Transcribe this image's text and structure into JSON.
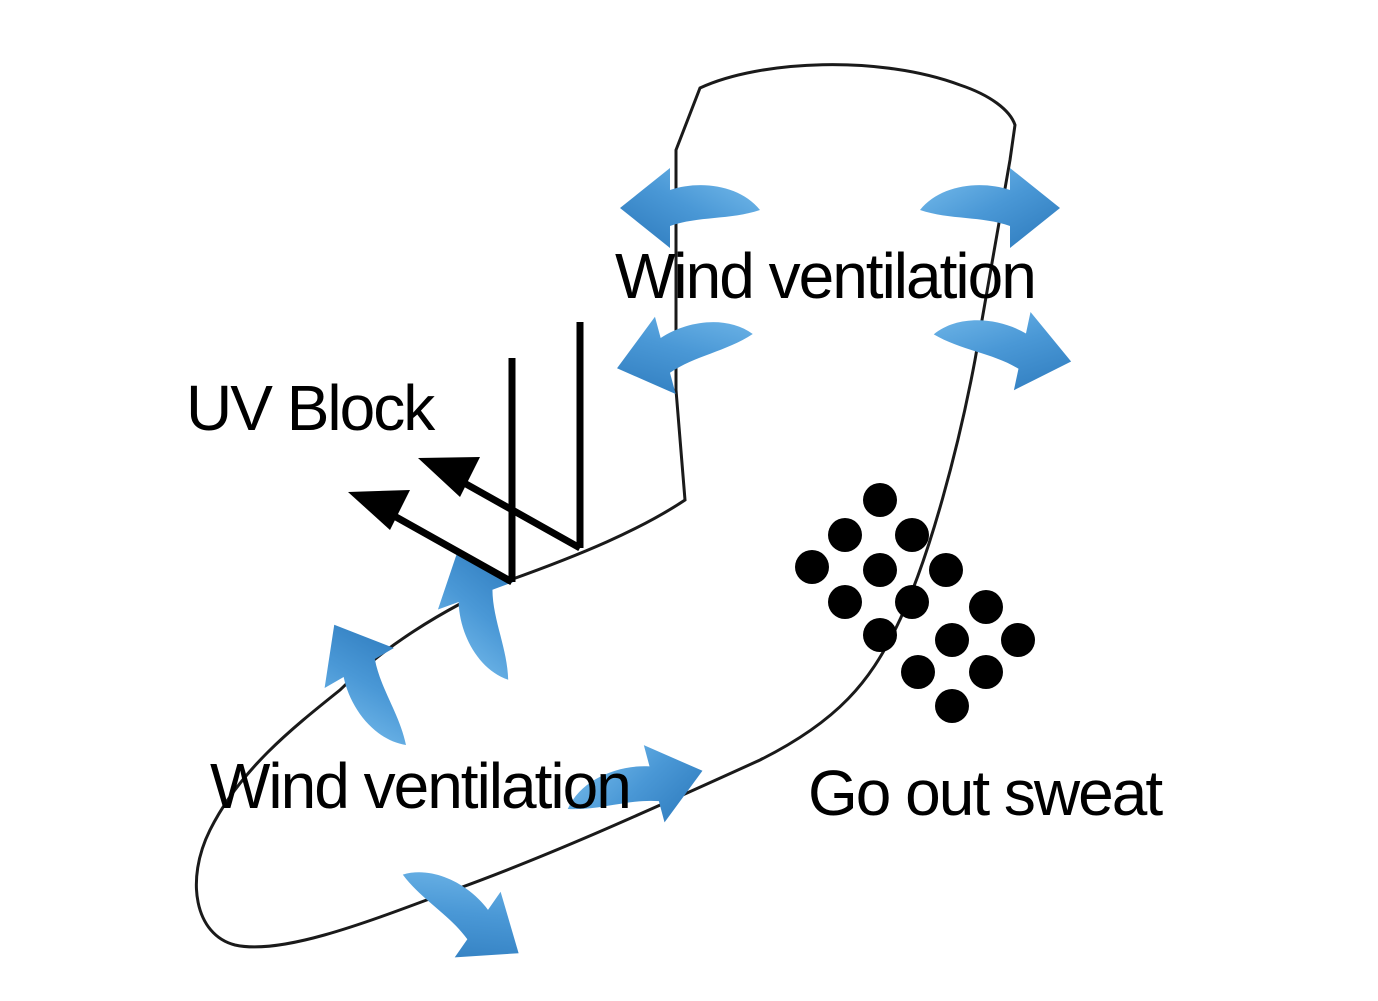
{
  "labels": {
    "wind_top": "Wind ventilation",
    "uv_block": "UV Block",
    "wind_bottom": "Wind ventilation",
    "sweat": "Go out sweat"
  },
  "colors": {
    "outline": "#1a1a1a",
    "arrow_light": "#5ba6df",
    "arrow_dark": "#2f7fc1",
    "uv_lines": "#000000",
    "sweat_dots": "#000000"
  },
  "icons": {
    "sock_outline": "sock-outline",
    "wind_arrows": "curved-arrow-icon",
    "uv_rays": "reflect-arrow-icon",
    "sweat_dots": "dot-grid-icon"
  }
}
